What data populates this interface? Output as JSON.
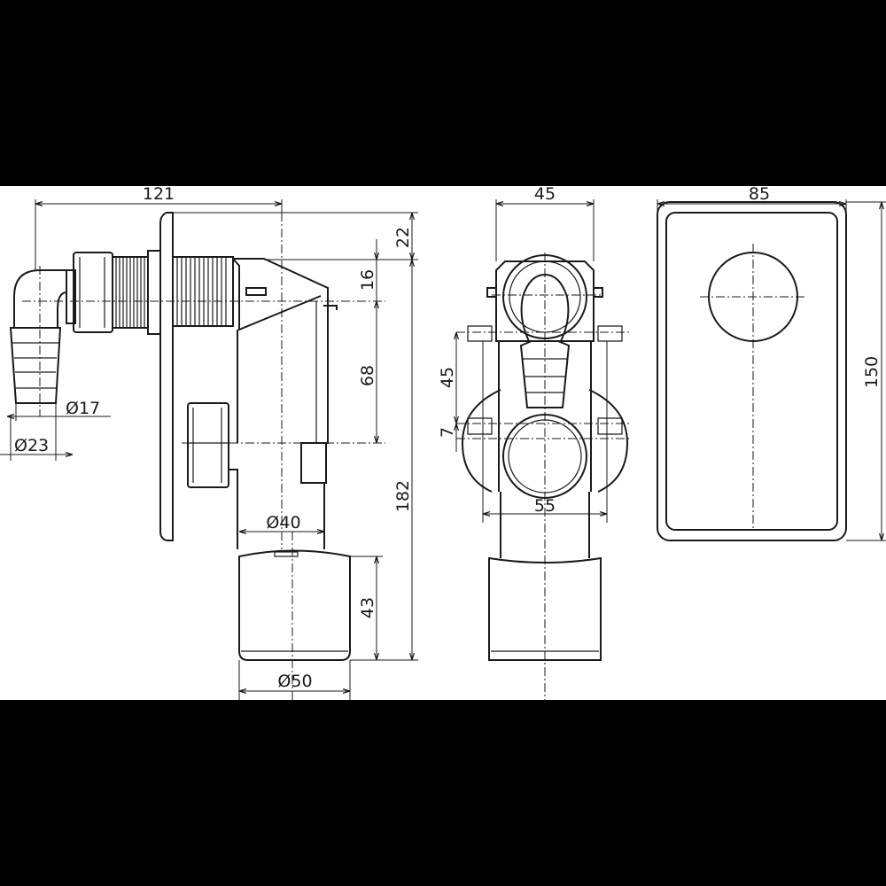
{
  "colors": {
    "background": "#ffffff",
    "frame": "#000000",
    "line": "#1a1a1a"
  },
  "side_view": {
    "overall_width": "121",
    "top_offset": "22",
    "center_offset": "16",
    "outlet_spacing": "68",
    "overall_height": "182",
    "cup_height": "43",
    "hose_inner": "Ø17",
    "hose_outer": "Ø23",
    "outlet_diameter": "Ø40",
    "cup_diameter": "Ø50"
  },
  "front_view": {
    "body_width": "45",
    "wing_spacing": "45",
    "wing_offset": "7",
    "wing_width": "55"
  },
  "cover_plate": {
    "width": "85",
    "height": "150"
  }
}
